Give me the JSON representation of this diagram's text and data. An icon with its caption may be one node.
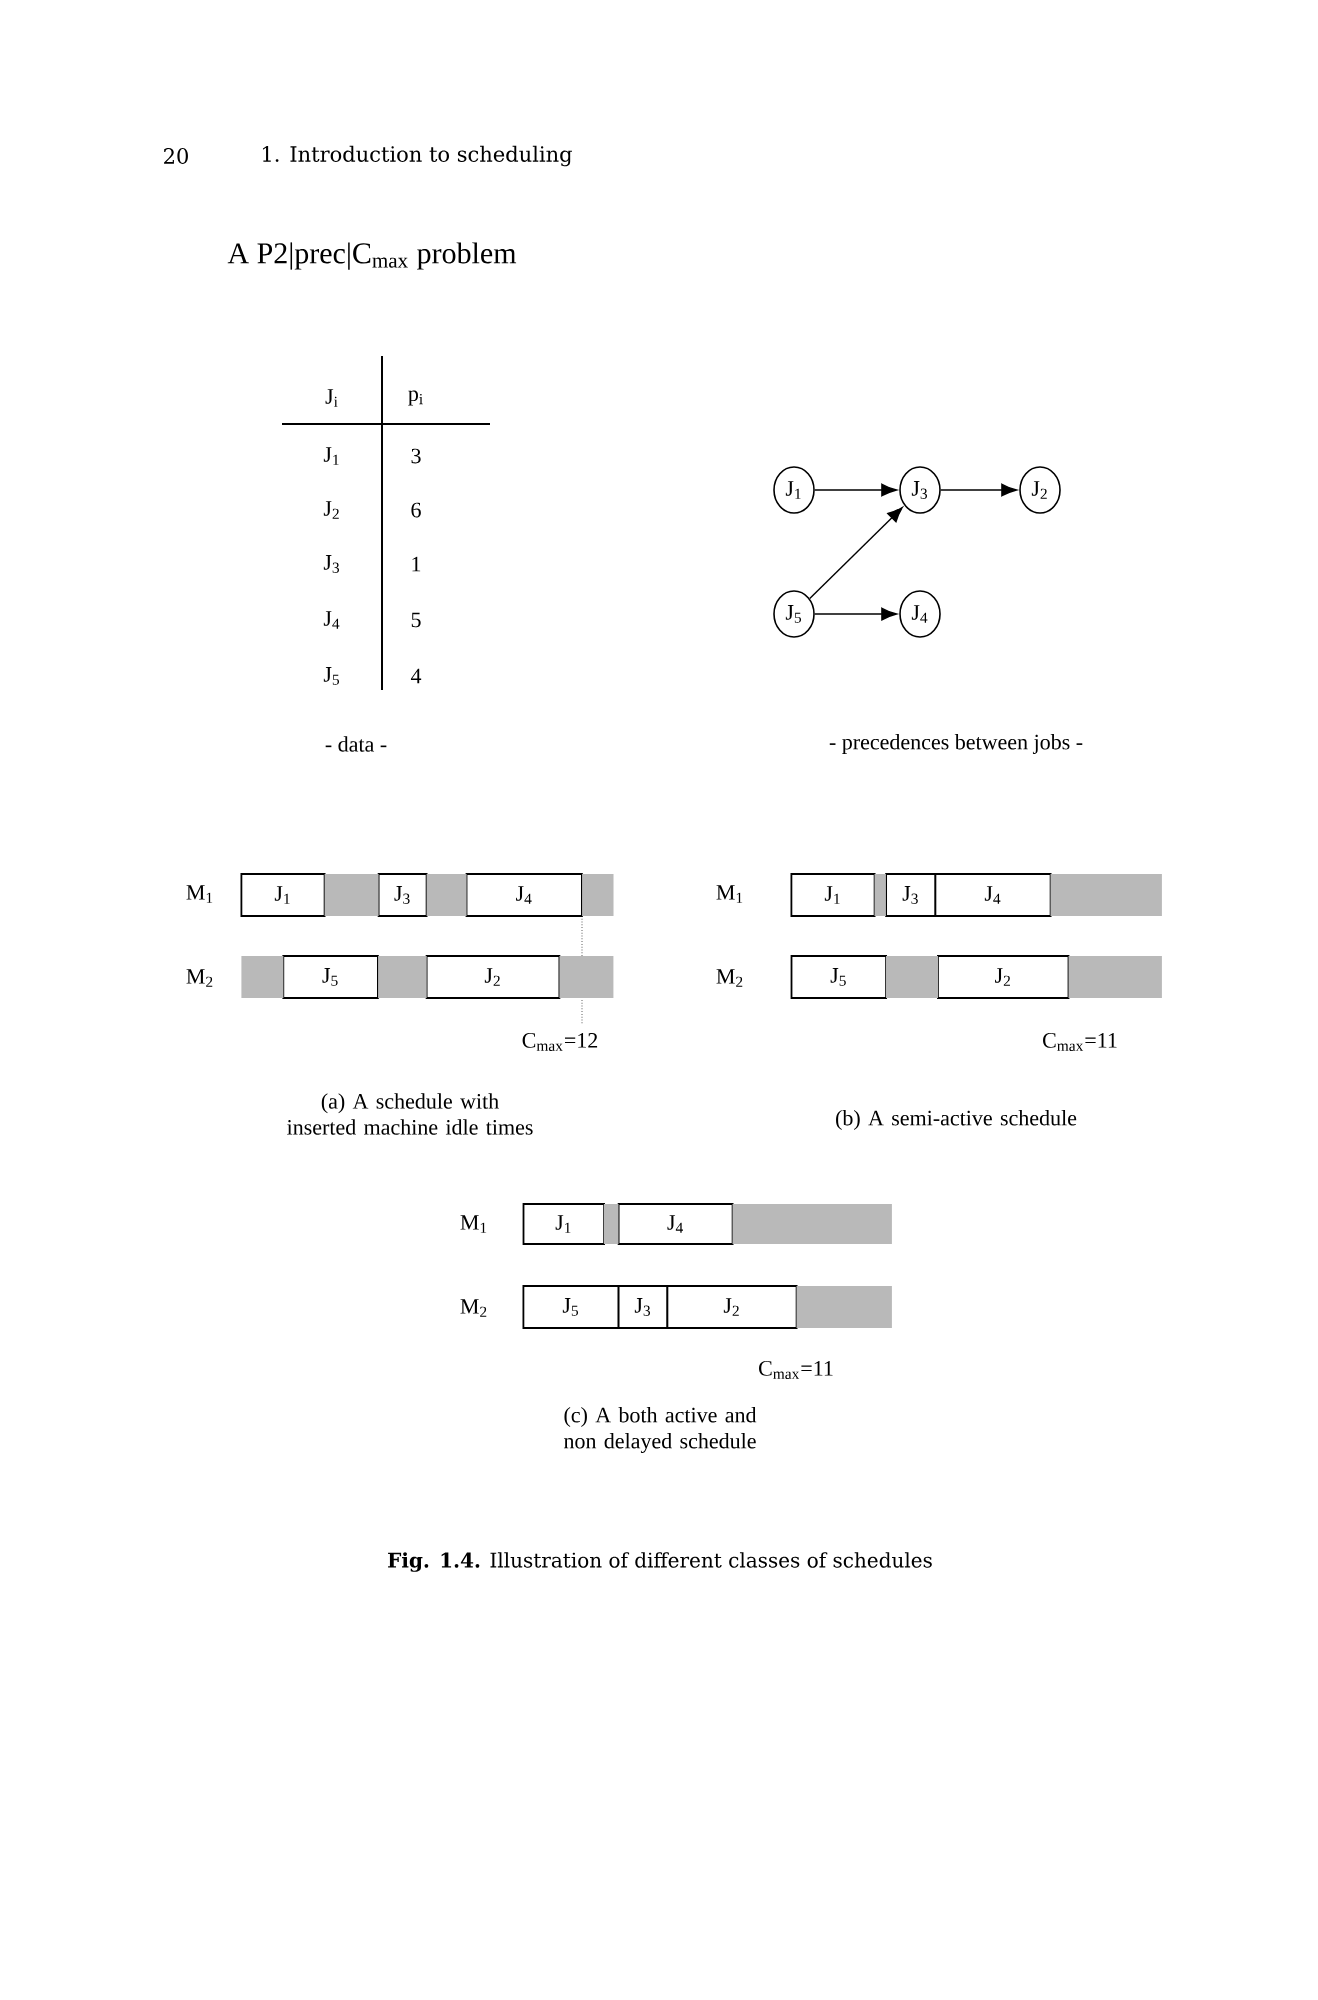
{
  "diagram": {
    "title": "A P2|prec|C$_{max}$ problem",
    "caption": "**Fig. 1.4.** Illustration of different classes of schedules",
    "nodes": [
      {
        "text": [
          "J$_{1}$"
        ]
      },
      {
        "text": [
          "J$_{3}$"
        ]
      },
      {
        "text": [
          "J$_{2}$"
        ]
      },
      {
        "text": [
          "J$_{5}$"
        ]
      },
      {
        "text": [
          "J$_{4}$"
        ]
      },
      {
        "text": [
          "J$_{1}$"
        ]
      },
      {
        "text": [
          "J$_{3}$"
        ]
      },
      {
        "text": [
          "J$_{4}$"
        ]
      },
      {
        "text": [
          "J$_{5}$"
        ]
      },
      {
        "text": [
          "J$_{2}$"
        ]
      },
      {
        "text": [
          "J$_{1}$"
        ]
      },
      {
        "text": [
          "J$_{3}$"
        ]
      },
      {
        "text": [
          "J$_{4}$"
        ]
      },
      {
        "text": [
          "J$_{5}$"
        ]
      },
      {
        "text": [
          "J$_{2}$"
        ]
      },
      {
        "text": [
          "J$_{1}$"
        ]
      },
      {
        "text": [
          "J$_{4}$"
        ]
      },
      {
        "text": [
          "J$_{5}$"
        ]
      },
      {
        "text": [
          "J$_{3}$"
        ]
      },
      {
        "text": [
          "J$_{2}$"
        ]
      },
      {
        "text": [],
        "shape": "bar"
      },
      {
        "text": [],
        "shape": "bar"
      },
      {
        "text": [],
        "shape": "bar"
      },
      {
        "text": [],
        "shape": "bar"
      },
      {
        "text": [],
        "shape": "bar"
      },
      {
        "text": [],
        "shape": "bar"
      },
      {
        "text": [],
        "shape": "bar"
      },
      {
        "text": [],
        "shape": "bar"
      },
      {
        "text": [],
        "shape": "bar"
      },
      {
        "text": [],
        "shape": "bar"
      },
      {
        "text": [],
        "shape": "bar"
      },
      {
        "text": [],
        "shape": "bar"
      },
      {
        "text": [],
        "shape": "bar"
      }
    ],
    "edges": [
      {
        "from": 0,
        "to": 1,
        "arrow": "to"
      },
      {
        "from": 1,
        "to": 2,
        "arrow": "to"
      },
      {
        "from": 3,
        "to": 1,
        "arrow": "to"
      },
      {
        "from": 3,
        "to": 4,
        "arrow": "to"
      }
    ],
    "labels": [
      "20",
      "1. Introduction to scheduling",
      "J$_{i}$",
      "p$_{i}$",
      "J$_{1}$",
      "3",
      "J$_{2}$",
      "6",
      "J$_{3}$",
      "1",
      "J$_{4}$",
      "5",
      "J$_{5}$",
      "4",
      "- data -",
      "- precedences between jobs -",
      "M$_{1}$",
      "M$_{2}$",
      "C$_{max}$=12",
      "(a) A schedule with inserted machine idle times",
      "M$_{1}$",
      "M$_{2}$",
      "C$_{max}$=11",
      "(b) A semi-active schedule",
      "M$_{1}$",
      "M$_{2}$",
      "C$_{max}$=11",
      "(c) A both active and non delayed schedule"
    ]
  }
}
